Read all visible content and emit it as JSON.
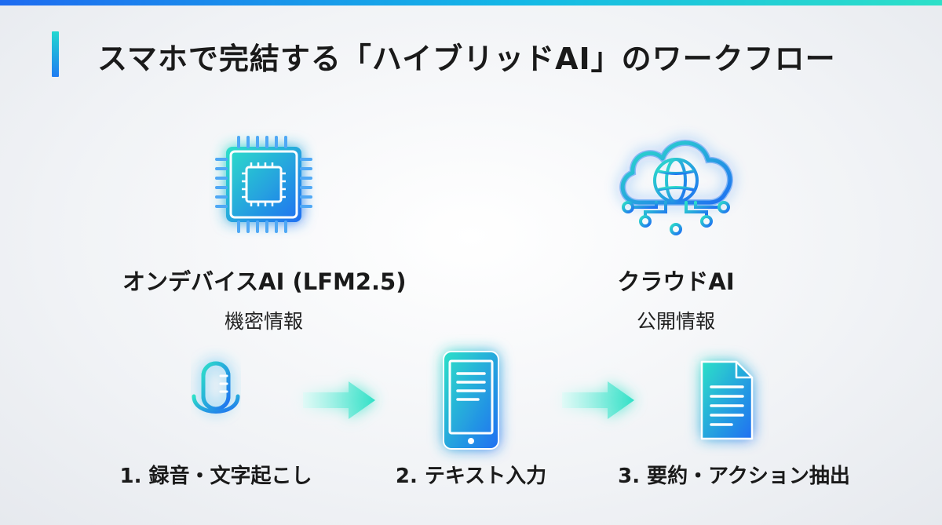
{
  "colors": {
    "accent_cyan": "#2de0c8",
    "accent_blue": "#1f7cf2",
    "text": "#1a1a1a"
  },
  "title": "スマホで完結する「ハイブリッドAI」のワークフロー",
  "top_nodes": [
    {
      "icon": "cpu-chip-icon",
      "title": "オンデバイスAI (LFM2.5)",
      "subtitle": "機密情報"
    },
    {
      "icon": "cloud-globe-icon",
      "title": "クラウドAI",
      "subtitle": "公開情報"
    }
  ],
  "steps": [
    {
      "icon": "microphone-icon",
      "label": "1. 録音・文字起こし"
    },
    {
      "icon": "smartphone-icon",
      "label": "2. テキスト入力"
    },
    {
      "icon": "document-icon",
      "label": "3. 要約・アクション抽出"
    }
  ]
}
